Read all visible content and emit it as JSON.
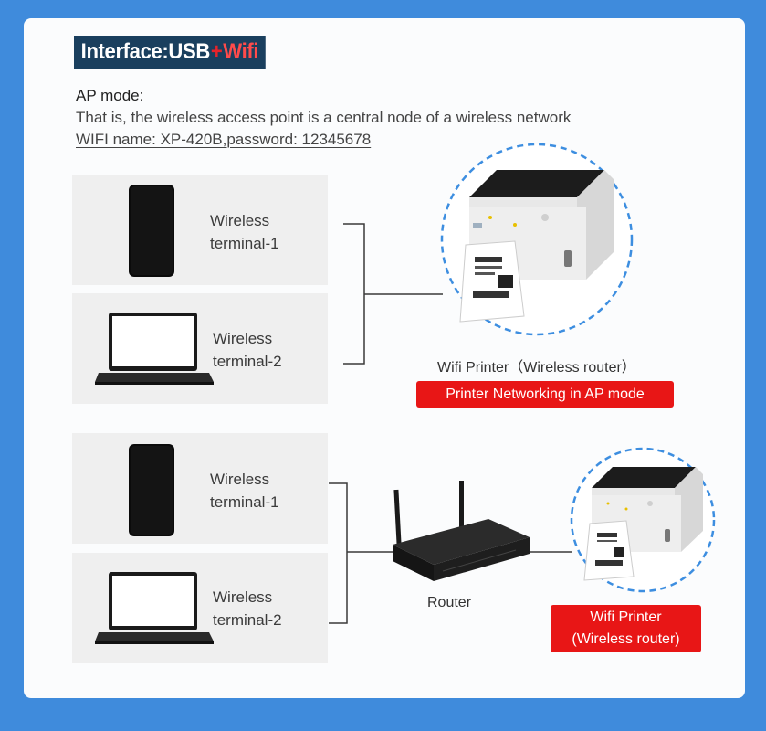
{
  "header": {
    "prefix": "Interface:USB",
    "plus": "+",
    "wifi": "Wifi"
  },
  "ap_mode": {
    "title": "AP mode:",
    "description": "That is, the wireless access point is a central node of a wireless network",
    "wifi_info": "WIFI name: XP-420B,password: 12345678"
  },
  "diagram_top": {
    "terminal_1": {
      "line1": "Wireless",
      "line2": "terminal-1"
    },
    "terminal_2": {
      "line1": "Wireless",
      "line2": "terminal-2"
    },
    "printer_caption": "Wifi Printer（Wireless router）",
    "mode_label": "Printer Networking in AP mode"
  },
  "diagram_bottom": {
    "terminal_1": {
      "line1": "Wireless",
      "line2": "terminal-1"
    },
    "terminal_2": {
      "line1": "Wireless",
      "line2": "terminal-2"
    },
    "router_label": "Router",
    "printer_label": {
      "line1": "Wifi Printer",
      "line2": "(Wireless router)"
    }
  },
  "colors": {
    "background": "#3f8bdc",
    "badge": "#1a3f5e",
    "accent_red": "#e81616",
    "dashed_circle": "#3d8ee0"
  }
}
